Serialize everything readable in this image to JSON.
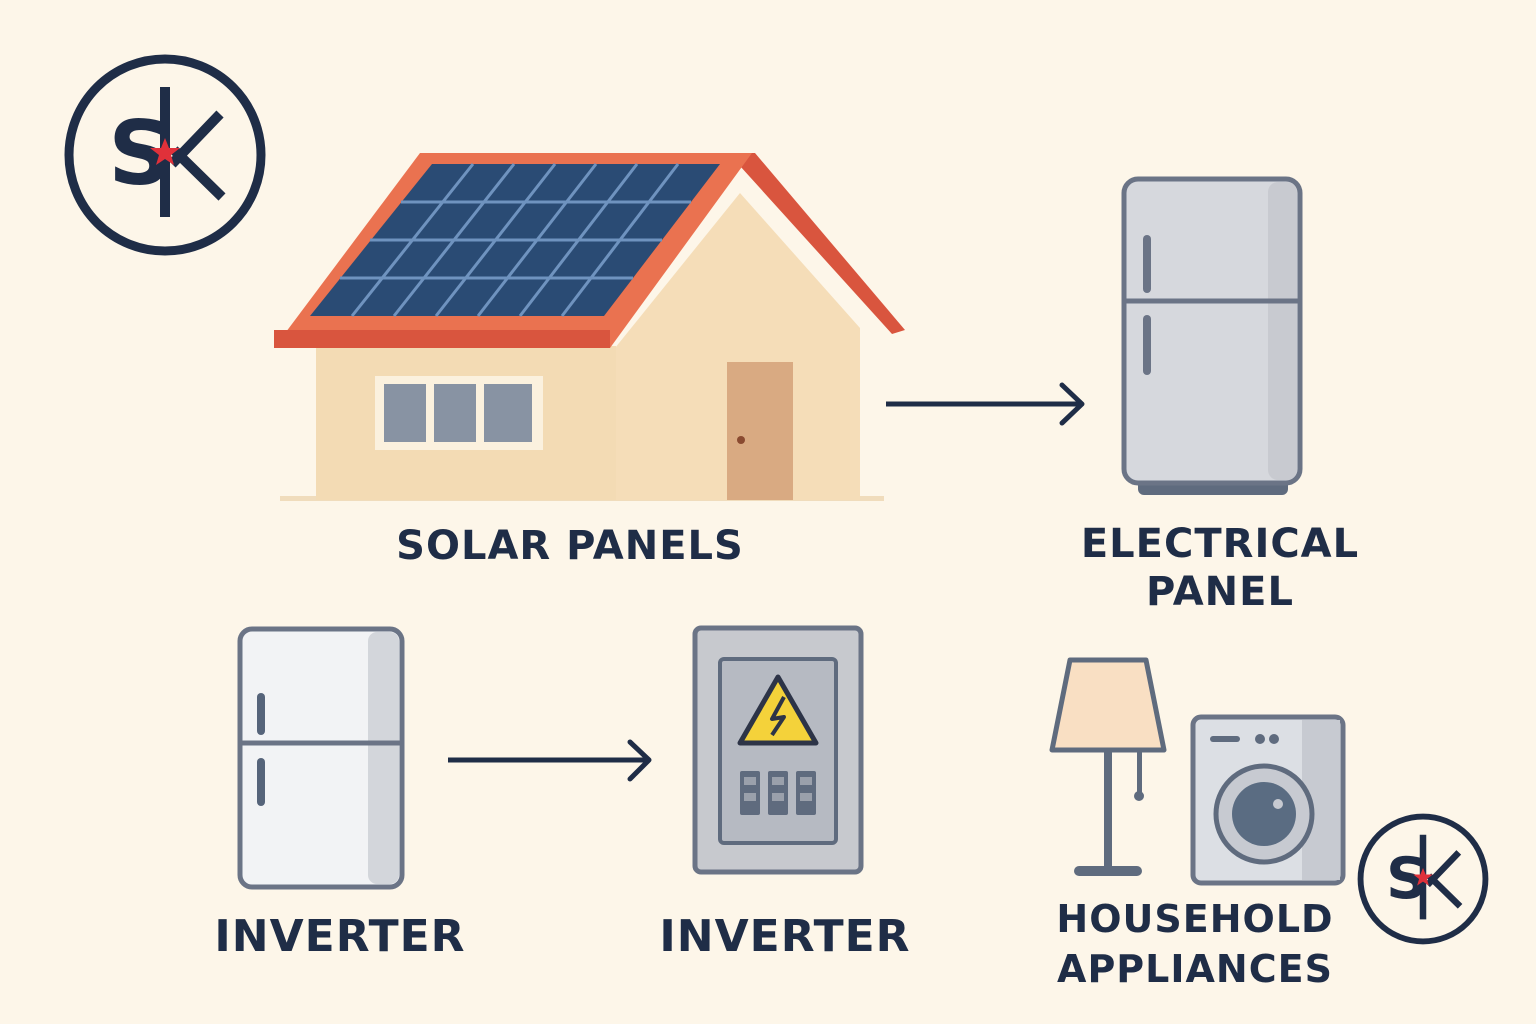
{
  "logo": {
    "text": "SK",
    "icon": "sk-star-logo",
    "accent_color": "#e0313a",
    "ink_color": "#1f2d47"
  },
  "nodes": {
    "solar_panels": {
      "label": "SOLAR PANELS",
      "icon": "house-with-solar-panels-icon"
    },
    "electrical_panel": {
      "label_line1": "ELECTRICAL",
      "label_line2": "PANEL",
      "icon": "refrigerator-icon"
    },
    "inverter_left": {
      "label": "INVERTER",
      "icon": "refrigerator-icon"
    },
    "inverter_right": {
      "label": "INVERTER",
      "icon": "electrical-panel-icon"
    },
    "household_appliances": {
      "label_line1": "HOUSEHOLD",
      "label_line2": "APPLIANCES",
      "icons": [
        "lamp-icon",
        "washing-machine-icon"
      ]
    }
  },
  "flows": [
    {
      "from": "solar_panels",
      "to": "electrical_panel"
    },
    {
      "from": "inverter_left",
      "to": "inverter_right"
    }
  ],
  "colors": {
    "background": "#fdf6e9",
    "roof": "#d9553e",
    "panel": "#2a4b74",
    "wall": "#f3dbb4",
    "appliance_gray": "#d6d8dd",
    "warning_yellow": "#f4d23a"
  }
}
